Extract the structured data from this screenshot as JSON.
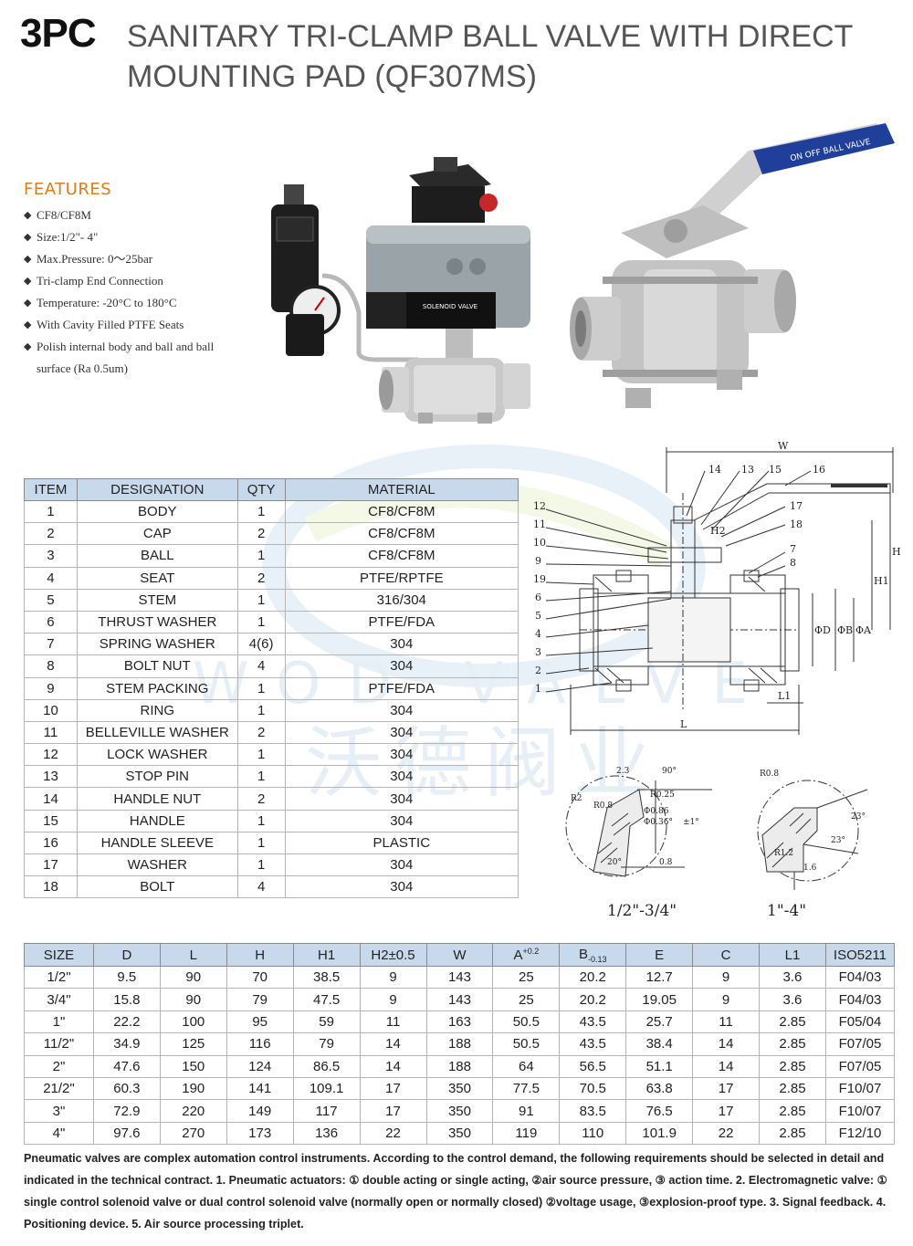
{
  "header": {
    "brand": "3PC",
    "title": "SANITARY TRI-CLAMP BALL VALVE WITH DIRECT MOUNTING PAD (QF307MS)"
  },
  "features": {
    "title": "FEATURES",
    "items": [
      "CF8/CF8M",
      "Size:1/2\"- 4\"",
      "Max.Pressure: 0～25bar",
      "Tri-clamp End Connection",
      "Temperature: -20°C to 180°C",
      "With Cavity Filled PTFE Seats",
      "Polish internal body and ball and ball surface (Ra 0.5um)"
    ]
  },
  "photos": {
    "pneumatic_label_1": "SOLENOID VALVE",
    "handle_label": "ON OFF BALL VALVE"
  },
  "watermark": {
    "latin": "WOD VALVE",
    "cjk": "沃德阀业"
  },
  "parts": {
    "headers": [
      "ITEM",
      "DESIGNATION",
      "QTY",
      "MATERIAL"
    ],
    "rows": [
      [
        "1",
        "BODY",
        "1",
        "CF8/CF8M"
      ],
      [
        "2",
        "CAP",
        "2",
        "CF8/CF8M"
      ],
      [
        "3",
        "BALL",
        "1",
        "CF8/CF8M"
      ],
      [
        "4",
        "SEAT",
        "2",
        "PTFE/RPTFE"
      ],
      [
        "5",
        "STEM",
        "1",
        "316/304"
      ],
      [
        "6",
        "THRUST WASHER",
        "1",
        "PTFE/FDA"
      ],
      [
        "7",
        "SPRING WASHER",
        "4(6)",
        "304"
      ],
      [
        "8",
        "BOLT NUT",
        "4",
        "304"
      ],
      [
        "9",
        "STEM PACKING",
        "1",
        "PTFE/FDA"
      ],
      [
        "10",
        "RING",
        "1",
        "304"
      ],
      [
        "11",
        "BELLEVILLE WASHER",
        "2",
        "304"
      ],
      [
        "12",
        "LOCK WASHER",
        "1",
        "304"
      ],
      [
        "13",
        "STOP PIN",
        "1",
        "304"
      ],
      [
        "14",
        "HANDLE NUT",
        "2",
        "304"
      ],
      [
        "15",
        "HANDLE",
        "1",
        "304"
      ],
      [
        "16",
        "HANDLE SLEEVE",
        "1",
        "PLASTIC"
      ],
      [
        "17",
        "WASHER",
        "1",
        "304"
      ],
      [
        "18",
        "BOLT",
        "4",
        "304"
      ]
    ]
  },
  "drawing": {
    "top_labels": [
      "W",
      "14",
      "13",
      "15",
      "16",
      "17",
      "18",
      "7",
      "8"
    ],
    "left_labels": [
      "12",
      "11",
      "10",
      "9",
      "19",
      "6",
      "5",
      "4",
      "3",
      "2",
      "1"
    ],
    "dims": [
      "H",
      "H1",
      "ΦA",
      "ΦB",
      "ΦD",
      "L",
      "L1",
      "H2"
    ],
    "detail_left": {
      "label": "1/2\"-3/4\"",
      "notes": [
        "2.3",
        "90°",
        "R0.8",
        "R0.25",
        "R2",
        "Φ0.86",
        "Φ0.36°",
        "±1°",
        "20°",
        "0.8"
      ]
    },
    "detail_right": {
      "label": "1\"-4\"",
      "notes": [
        "R0.8",
        "23°",
        "23°",
        "R1.2",
        "1.6"
      ]
    }
  },
  "dimensions": {
    "headers": [
      "SIZE",
      "D",
      "L",
      "H",
      "H1",
      "H2±0.5",
      "W",
      "A",
      "B",
      "E",
      "C",
      "L1",
      "ISO5211"
    ],
    "a_sup": "+0.2",
    "b_sub": "-0.13",
    "rows": [
      [
        "1/2\"",
        "9.5",
        "90",
        "70",
        "38.5",
        "9",
        "143",
        "25",
        "20.2",
        "12.7",
        "9",
        "3.6",
        "F04/03"
      ],
      [
        "3/4\"",
        "15.8",
        "90",
        "79",
        "47.5",
        "9",
        "143",
        "25",
        "20.2",
        "19.05",
        "9",
        "3.6",
        "F04/03"
      ],
      [
        "1\"",
        "22.2",
        "100",
        "95",
        "59",
        "11",
        "163",
        "50.5",
        "43.5",
        "25.7",
        "11",
        "2.85",
        "F05/04"
      ],
      [
        "11/2\"",
        "34.9",
        "125",
        "116",
        "79",
        "14",
        "188",
        "50.5",
        "43.5",
        "38.4",
        "14",
        "2.85",
        "F07/05"
      ],
      [
        "2\"",
        "47.6",
        "150",
        "124",
        "86.5",
        "14",
        "188",
        "64",
        "56.5",
        "51.1",
        "14",
        "2.85",
        "F07/05"
      ],
      [
        "21/2\"",
        "60.3",
        "190",
        "141",
        "109.1",
        "17",
        "350",
        "77.5",
        "70.5",
        "63.8",
        "17",
        "2.85",
        "F10/07"
      ],
      [
        "3\"",
        "72.9",
        "220",
        "149",
        "117",
        "17",
        "350",
        "91",
        "83.5",
        "76.5",
        "17",
        "2.85",
        "F10/07"
      ],
      [
        "4\"",
        "97.6",
        "270",
        "173",
        "136",
        "22",
        "350",
        "119",
        "110",
        "101.9",
        "22",
        "2.85",
        "F12/10"
      ]
    ]
  },
  "note": "Pneumatic valves are complex automation control instruments. According to the control demand, the following requirements should be selected in detail and indicated in the technical contract. 1. Pneumatic actuators: ① double acting or single acting, ②air source pressure, ③ action time. 2. Electromagnetic valve: ① single control solenoid valve or dual control solenoid valve (normally open or normally closed) ②voltage usage, ③explosion-proof type. 3. Signal feedback. 4. Positioning device. 5. Air source processing triplet."
}
